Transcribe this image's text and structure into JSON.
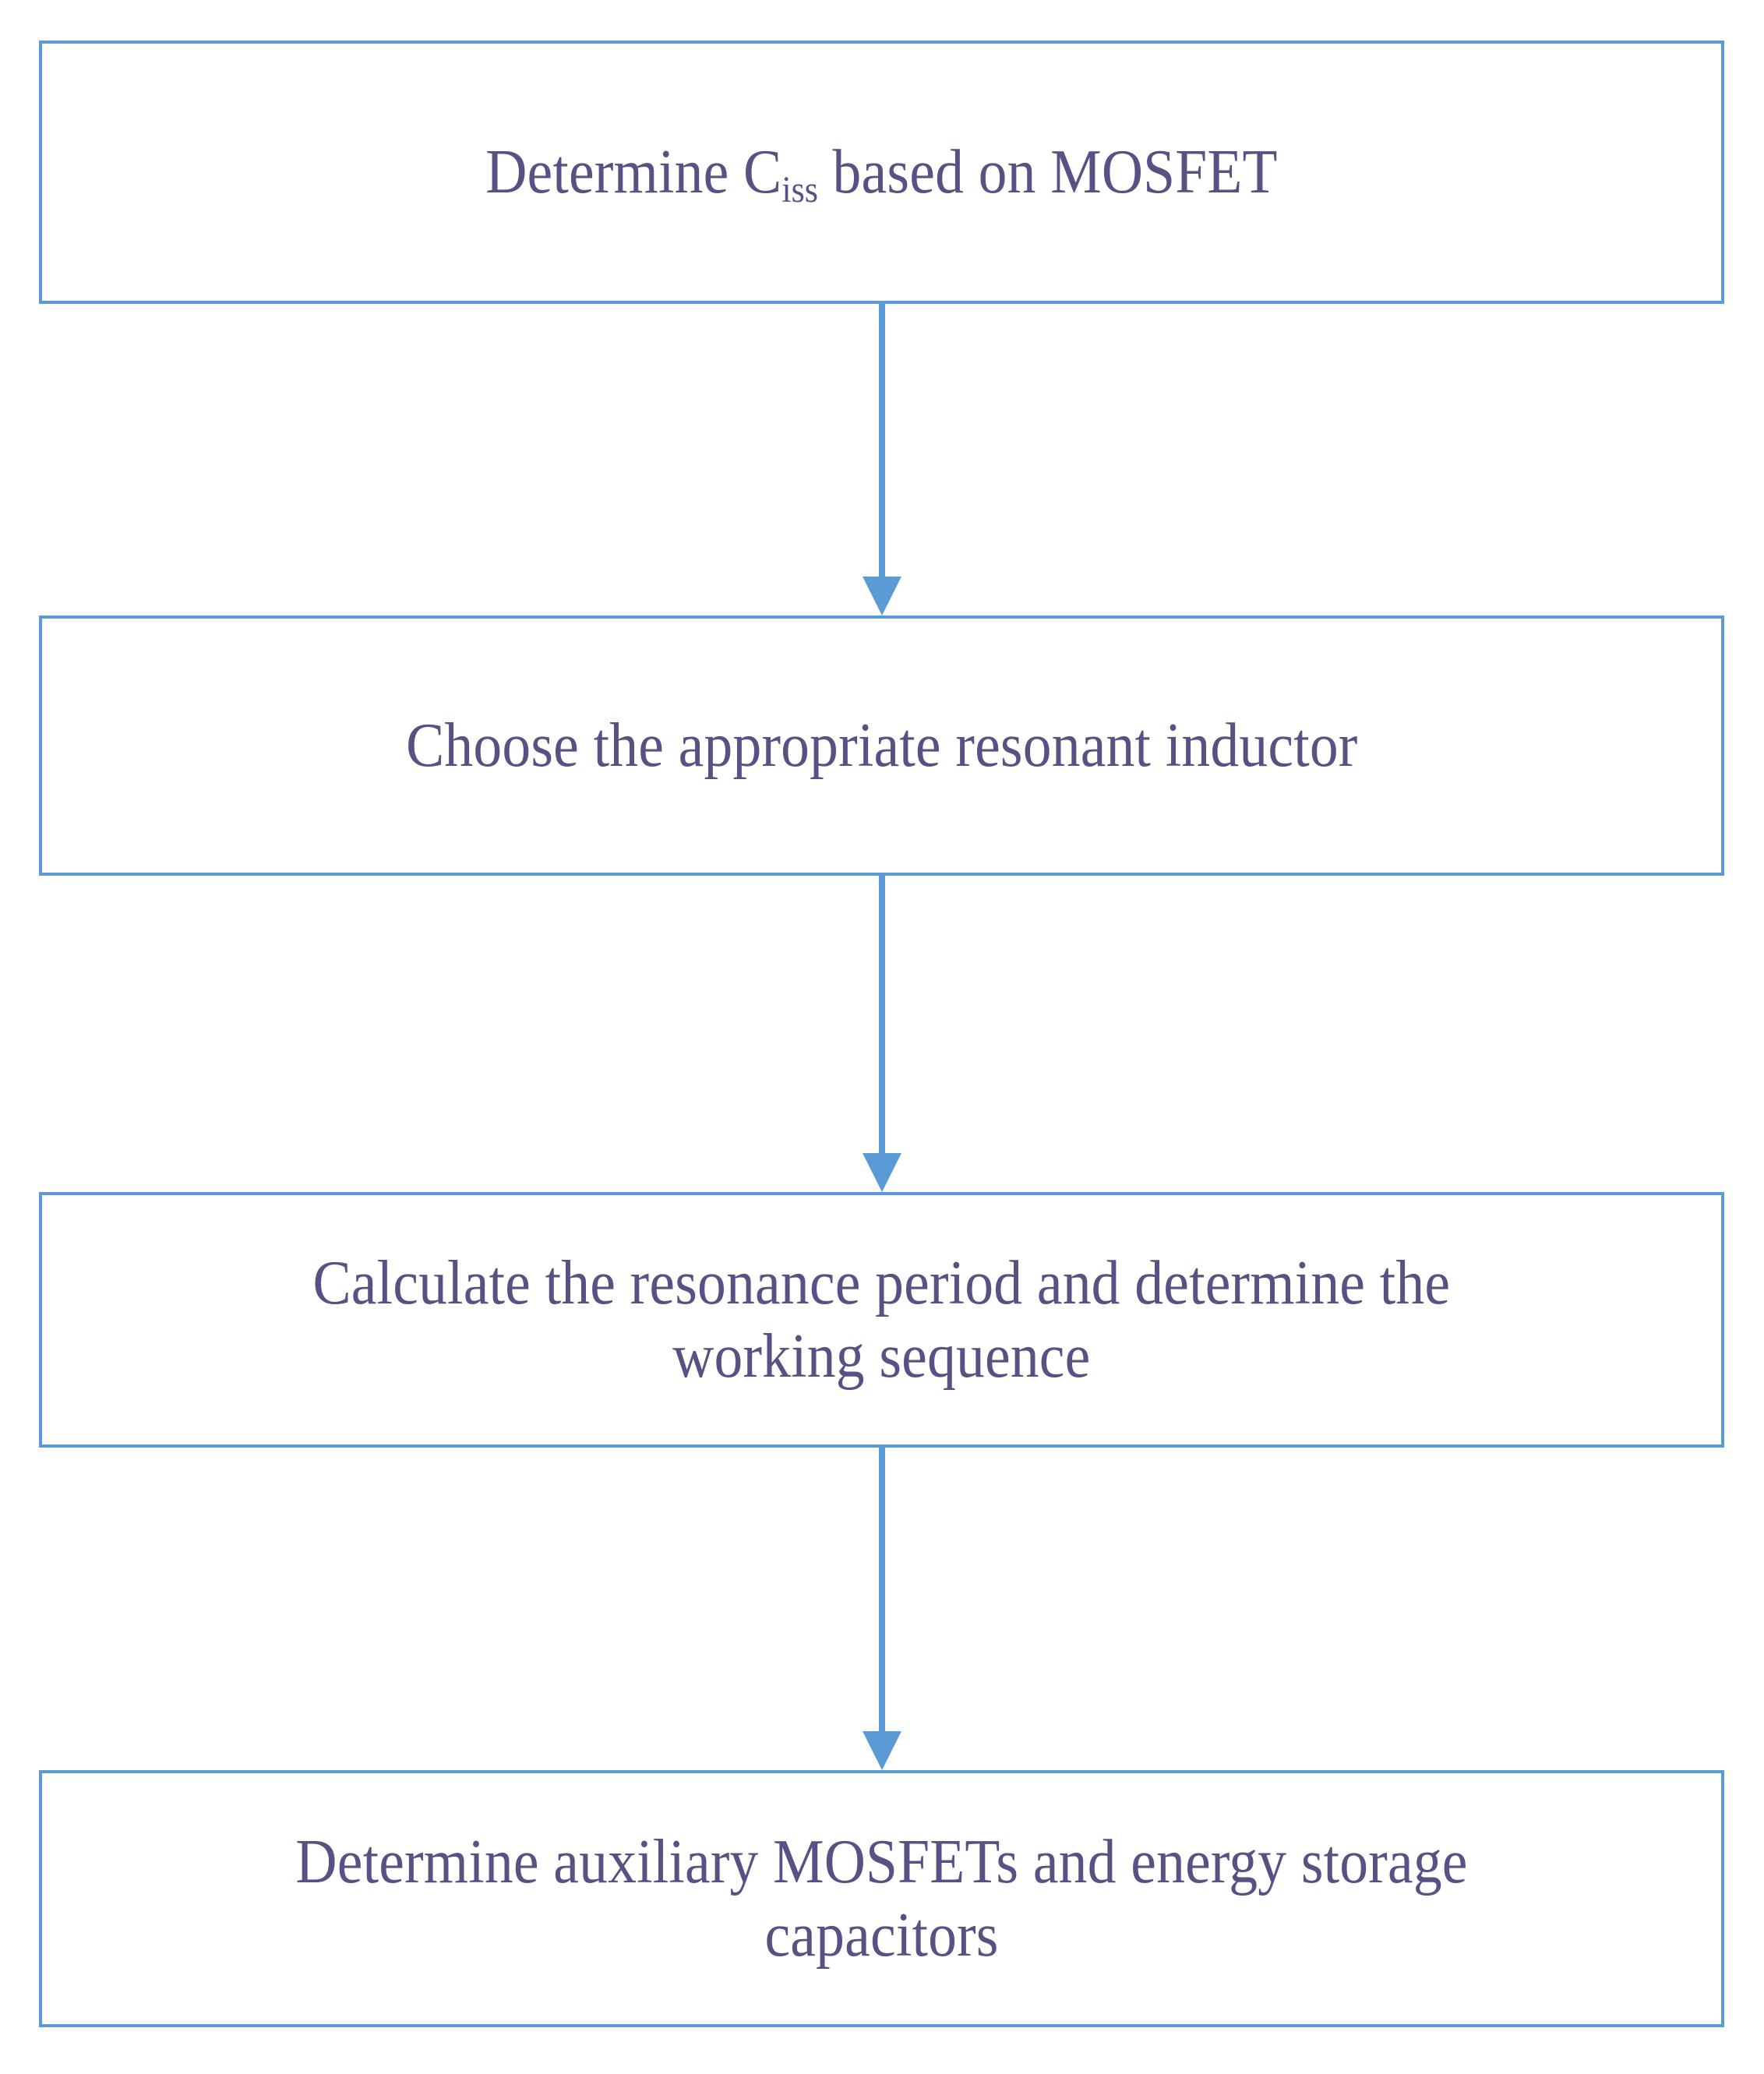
{
  "diagram": {
    "type": "flowchart",
    "orientation": "vertical",
    "colors": {
      "box_border": "#5B9BD5",
      "arrow": "#5B9BD5",
      "text": "#575184",
      "background": "#FFFFFF"
    },
    "nodes": [
      {
        "id": "node-1",
        "step": 1,
        "text_prefix": "Determine C",
        "text_subscript": "iss",
        "text_suffix": " based on MOSFET",
        "full_text": "Determine Ciss based on MOSFET",
        "lines": 1
      },
      {
        "id": "node-2",
        "step": 2,
        "full_text": "Choose the appropriate resonant inductor",
        "lines": 1
      },
      {
        "id": "node-3",
        "step": 3,
        "full_text": "Calculate the resonance period and determine the\nworking sequence",
        "lines": 2
      },
      {
        "id": "node-4",
        "step": 4,
        "full_text": "Determine auxiliary MOSFETs and energy storage\ncapacitors",
        "lines": 2
      }
    ],
    "edges": [
      {
        "id": "connector-1",
        "from": "node-1",
        "to": "node-2",
        "style": "solid-arrow-down"
      },
      {
        "id": "connector-2",
        "from": "node-2",
        "to": "node-3",
        "style": "solid-arrow-down"
      },
      {
        "id": "connector-3",
        "from": "node-3",
        "to": "node-4",
        "style": "solid-arrow-down"
      }
    ]
  }
}
